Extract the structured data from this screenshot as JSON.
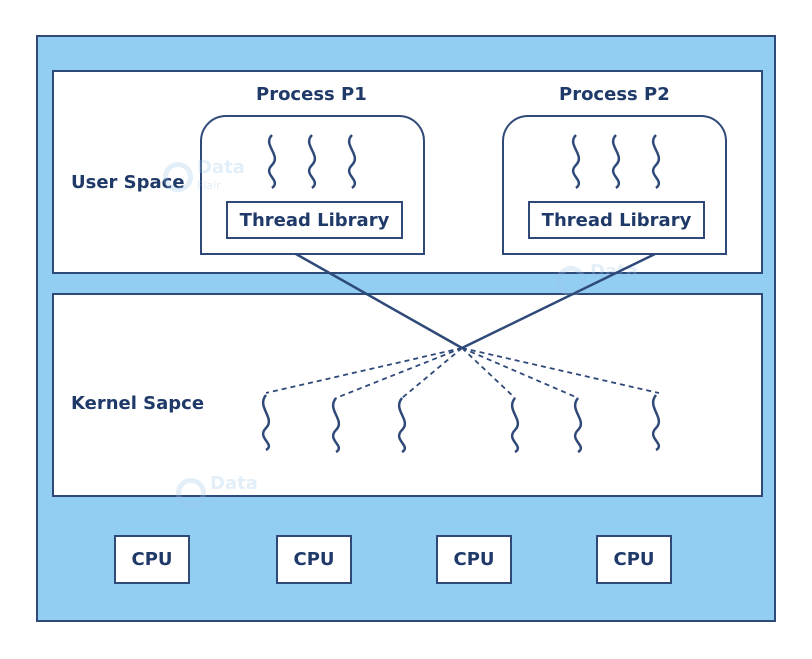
{
  "labels": {
    "user_space": "User Space",
    "kernel_space": "Kernel Sapce"
  },
  "processes": [
    {
      "title": "Process P1",
      "library": "Thread Library"
    },
    {
      "title": "Process P2",
      "library": "Thread Library"
    }
  ],
  "cpus": [
    "CPU",
    "CPU",
    "CPU",
    "CPU"
  ],
  "watermark": {
    "line1": "Data",
    "line2": "Flair"
  },
  "colors": {
    "outer_bg": "#92cdf2",
    "stroke": "#2f4a78",
    "text": "#1f3a68"
  }
}
